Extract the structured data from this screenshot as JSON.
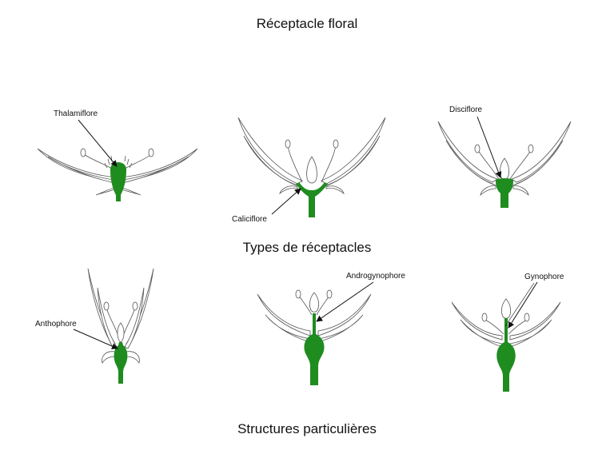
{
  "title": "Réceptacle floral",
  "sections": {
    "types": "Types de réceptacles",
    "structures": "Structures particulières"
  },
  "colors": {
    "receptacle": "#1f8c1f",
    "outline": "#555555",
    "arrow": "#111111"
  },
  "diagrams": [
    {
      "id": "thalamiflore",
      "label": "Thalamiflore"
    },
    {
      "id": "caliciflore",
      "label": "Caliciflore"
    },
    {
      "id": "disciflore",
      "label": "Disciflore"
    },
    {
      "id": "anthophore",
      "label": "Anthophore"
    },
    {
      "id": "androgynophore",
      "label": "Androgynophore"
    },
    {
      "id": "gynophore",
      "label": "Gynophore"
    }
  ]
}
